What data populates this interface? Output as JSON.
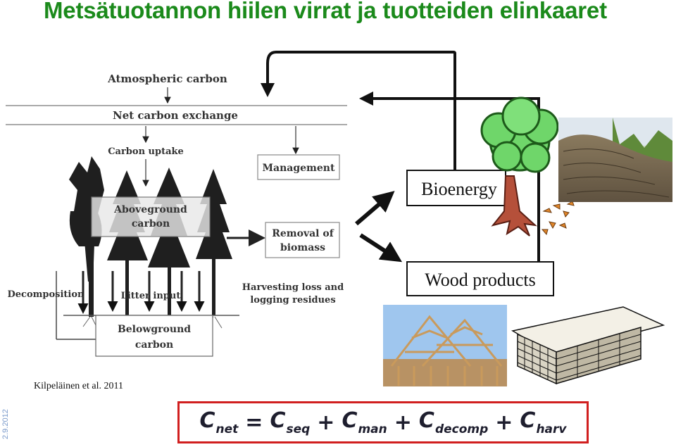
{
  "title": "Metsätuotannon hiilen virrat ja tuotteiden elinkaaret",
  "diagram": {
    "atmospheric": "Atmospheric carbon",
    "net_exchange": "Net carbon exchange",
    "uptake": "Carbon uptake",
    "management": "Management",
    "aboveground": [
      "Aboveground",
      "carbon"
    ],
    "removal": [
      "Removal of",
      "biomass"
    ],
    "decomposition": "Decomposition",
    "litter": "Litter input",
    "harvest": [
      "Harvesting loss and",
      "logging residues"
    ],
    "belowground": [
      "Belowground",
      "carbon"
    ]
  },
  "products": {
    "bioenergy": "Bioenergy",
    "wood": "Wood products"
  },
  "citation": "Kilpeläinen et al. 2011",
  "date": "2.9.2012",
  "formula": {
    "terms": [
      {
        "base": "C",
        "sub": "net"
      },
      {
        "op": "="
      },
      {
        "base": "C",
        "sub": "seq"
      },
      {
        "op": "+"
      },
      {
        "base": "C",
        "sub": "man"
      },
      {
        "op": "+"
      },
      {
        "base": "C",
        "sub": "decomp"
      },
      {
        "op": "+"
      },
      {
        "base": "C",
        "sub": "harv"
      }
    ]
  },
  "colors": {
    "title": "#1b8a1b",
    "formula_border": "#d11f1f",
    "tree_green": "#6fd66a",
    "trunk": "#b5503a"
  }
}
